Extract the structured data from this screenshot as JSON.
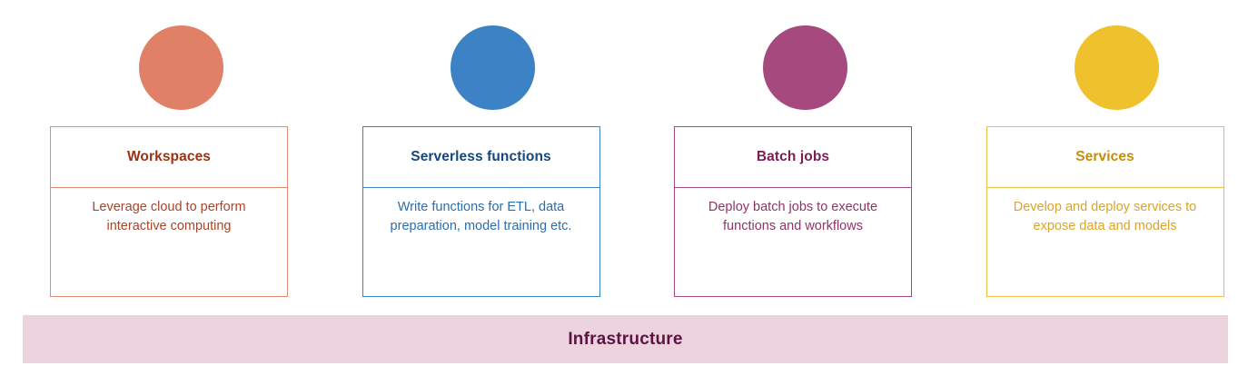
{
  "diagram": {
    "columns": [
      {
        "id": "workspaces",
        "title": "Workspaces",
        "description": "Leverage cloud to perform interactive computing",
        "circle_color": "#df8067",
        "border_color": "#e08b73",
        "title_color": "#9c3112",
        "text_color": "#a8452a",
        "icon": "filled-circle-icon"
      },
      {
        "id": "serverless-functions",
        "title": "Serverless functions",
        "description": "Write functions for ETL, data preparation, model training etc.",
        "circle_color": "#3d82c4",
        "border_color": "#3d82c4",
        "title_color": "#13477e",
        "text_color": "#2a6eae",
        "icon": "filled-circle-icon"
      },
      {
        "id": "batch-jobs",
        "title": "Batch jobs",
        "description": "Deploy batch jobs to execute functions and workflows",
        "circle_color": "#a5497e",
        "border_color": "#a5497e",
        "title_color": "#7b1c52",
        "text_color": "#8e3567",
        "icon": "filled-circle-icon"
      },
      {
        "id": "services",
        "title": "Services",
        "description": "Develop and deploy services to expose data and models",
        "circle_color": "#efc22d",
        "border_color": "#e9c244",
        "title_color": "#c28e0a",
        "text_color": "#d9a52a",
        "icon": "filled-circle-icon"
      }
    ],
    "foundation": {
      "label": "Infrastructure",
      "background_color": "#ecd3de",
      "text_color": "#5c1340"
    }
  }
}
